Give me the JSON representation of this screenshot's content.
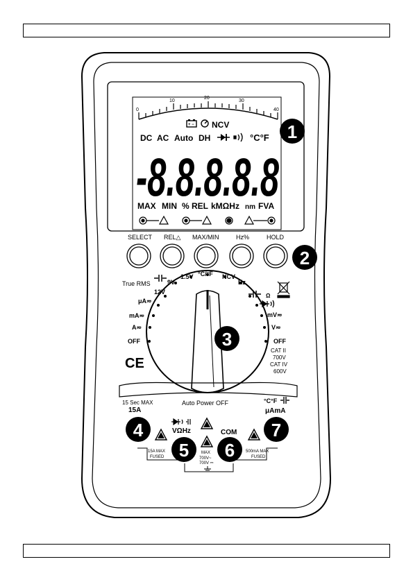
{
  "header": {
    "text": ""
  },
  "footer": {
    "text": ""
  },
  "lcd": {
    "scale": [
      "0",
      "10",
      "20",
      "30",
      "40"
    ],
    "row1": "NCV",
    "row2": [
      "DC",
      "AC",
      "Auto",
      "DH"
    ],
    "temp": "°C°F",
    "digits": "-8.8.8.8.8",
    "units_row": [
      "MAX",
      "MIN",
      "%",
      "REL",
      "kMΩHz",
      "nm",
      "FVA"
    ]
  },
  "buttons": [
    "SELECT",
    "REL△",
    "MAX/MIN",
    "Hz%",
    "HOLD"
  ],
  "dial": {
    "true_rms": "True RMS",
    "left": [
      "12V",
      "μA≂",
      "mA≂",
      "A≂",
      "OFF"
    ],
    "top": [
      "9V",
      "1.5V",
      "°C/°F",
      "NCV",
      "Hz"
    ],
    "right": [
      "Ω",
      "mV≂",
      "V≂",
      "OFF"
    ],
    "cat": [
      "CAT II",
      "700V",
      "CAT IV",
      "600V"
    ]
  },
  "front": {
    "sec_max": "15 Sec MAX",
    "amp_15": "15A",
    "auto_power_off": "Auto Power OFF",
    "temp_cap": "°C°F",
    "uama": "μAmA",
    "vohz": "VΩHz",
    "com": "COM",
    "fused_15a": [
      "15A MAX",
      "FUSED"
    ],
    "max_volt": [
      "MAX",
      "700V~",
      "700V ⎓"
    ],
    "fused_500": [
      "500mA MAX",
      "FUSED"
    ]
  },
  "callouts": [
    "1",
    "2",
    "3",
    "4",
    "5",
    "6",
    "7"
  ]
}
